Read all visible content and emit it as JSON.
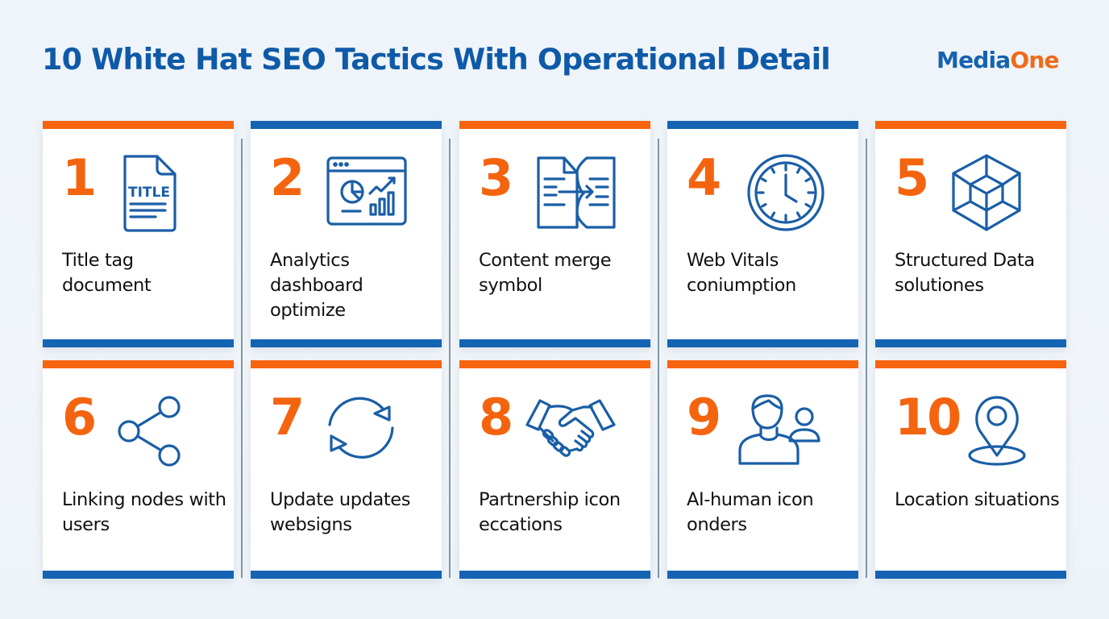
{
  "header": {
    "title": "10 White Hat SEO Tactics With Operational Detail",
    "logo": {
      "part1": "Media",
      "part2": "One"
    }
  },
  "colors": {
    "title_blue": "#0f5aa8",
    "accent_orange": "#f6640e",
    "accent_blue": "#1563b3",
    "icon_blue": "#1a5ea6",
    "background": "#eef4f9",
    "card": "#ffffff"
  },
  "cards": [
    {
      "number": "1",
      "label": "Title tag document",
      "icon": "title-document-icon",
      "icon_text": "TITLE",
      "top_bar": "orange"
    },
    {
      "number": "2",
      "label": "Analytics dashboard optimize",
      "icon": "analytics-dashboard-icon",
      "top_bar": "blue"
    },
    {
      "number": "3",
      "label": "Content merge symbol",
      "icon": "content-merge-icon",
      "top_bar": "orange"
    },
    {
      "number": "4",
      "label": "Web Vitals coniumption",
      "icon": "clock-icon",
      "top_bar": "blue"
    },
    {
      "number": "5",
      "label": "Structured Data solutiones",
      "icon": "cube-icon",
      "top_bar": "orange"
    },
    {
      "number": "6",
      "label": "Linking nodes with users",
      "icon": "share-nodes-icon",
      "top_bar": "orange"
    },
    {
      "number": "7",
      "label": "Update updates websigns",
      "icon": "refresh-icon",
      "top_bar": "orange"
    },
    {
      "number": "8",
      "label": "Partnership icon eccations",
      "icon": "handshake-icon",
      "top_bar": "orange"
    },
    {
      "number": "9",
      "label": "AI-human icon onders",
      "icon": "users-icon",
      "top_bar": "orange"
    },
    {
      "number": "10",
      "label": "Location situations",
      "icon": "location-pin-icon",
      "top_bar": "orange"
    }
  ]
}
